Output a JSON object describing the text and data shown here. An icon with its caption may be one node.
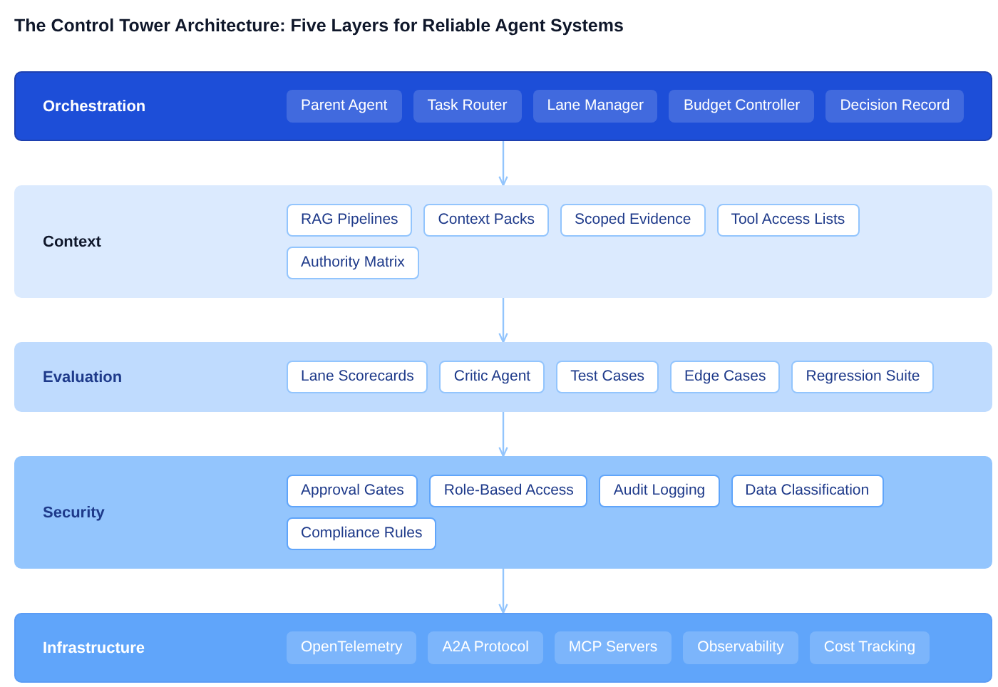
{
  "diagram": {
    "title": "The Control Tower Architecture: Five Layers for Reliable Agent Systems",
    "nodes": [
      {
        "text": [
          "Orchestration"
        ]
      },
      {
        "text": [
          "Parent Agent"
        ],
        "in": 0
      },
      {
        "text": [
          "Task Router"
        ],
        "in": 0
      },
      {
        "text": [
          "Lane Manager"
        ],
        "in": 0
      },
      {
        "text": [
          "Budget Controller"
        ],
        "in": 0
      },
      {
        "text": [
          "Decision Record"
        ],
        "in": 0
      },
      {
        "text": [
          "Context"
        ]
      },
      {
        "text": [
          "RAG Pipelines"
        ],
        "in": 6
      },
      {
        "text": [
          "Context Packs"
        ],
        "in": 6
      },
      {
        "text": [
          "Scoped Evidence"
        ],
        "in": 6
      },
      {
        "text": [
          "Tool Access Lists"
        ],
        "in": 6
      },
      {
        "text": [
          "Authority Matrix"
        ],
        "in": 6
      },
      {
        "text": [
          "Evaluation"
        ]
      },
      {
        "text": [
          "Lane Scorecards"
        ],
        "in": 12
      },
      {
        "text": [
          "Critic Agent"
        ],
        "in": 12
      },
      {
        "text": [
          "Test Cases"
        ],
        "in": 12
      },
      {
        "text": [
          "Edge Cases"
        ],
        "in": 12
      },
      {
        "text": [
          "Regression Suite"
        ],
        "in": 12
      },
      {
        "text": [
          "Security"
        ]
      },
      {
        "text": [
          "Approval Gates"
        ],
        "in": 18
      },
      {
        "text": [
          "Role-Based Access"
        ],
        "in": 18
      },
      {
        "text": [
          "Audit Logging"
        ],
        "in": 18
      },
      {
        "text": [
          "Data Classification"
        ],
        "in": 18
      },
      {
        "text": [
          "Compliance Rules"
        ],
        "in": 18
      },
      {
        "text": [
          "Infrastructure"
        ]
      },
      {
        "text": [
          "OpenTelemetry"
        ],
        "in": 24
      },
      {
        "text": [
          "A2A Protocol"
        ],
        "in": 24
      },
      {
        "text": [
          "MCP Servers"
        ],
        "in": 24
      },
      {
        "text": [
          "Observability"
        ],
        "in": 24
      },
      {
        "text": [
          "Cost Tracking"
        ],
        "in": 24
      }
    ],
    "edges": [
      {
        "from": 0,
        "to": 6,
        "arrow": "to"
      },
      {
        "from": 6,
        "to": 12,
        "arrow": "to"
      },
      {
        "from": 12,
        "to": 18,
        "arrow": "to"
      },
      {
        "from": 18,
        "to": 24,
        "arrow": "to"
      }
    ]
  }
}
